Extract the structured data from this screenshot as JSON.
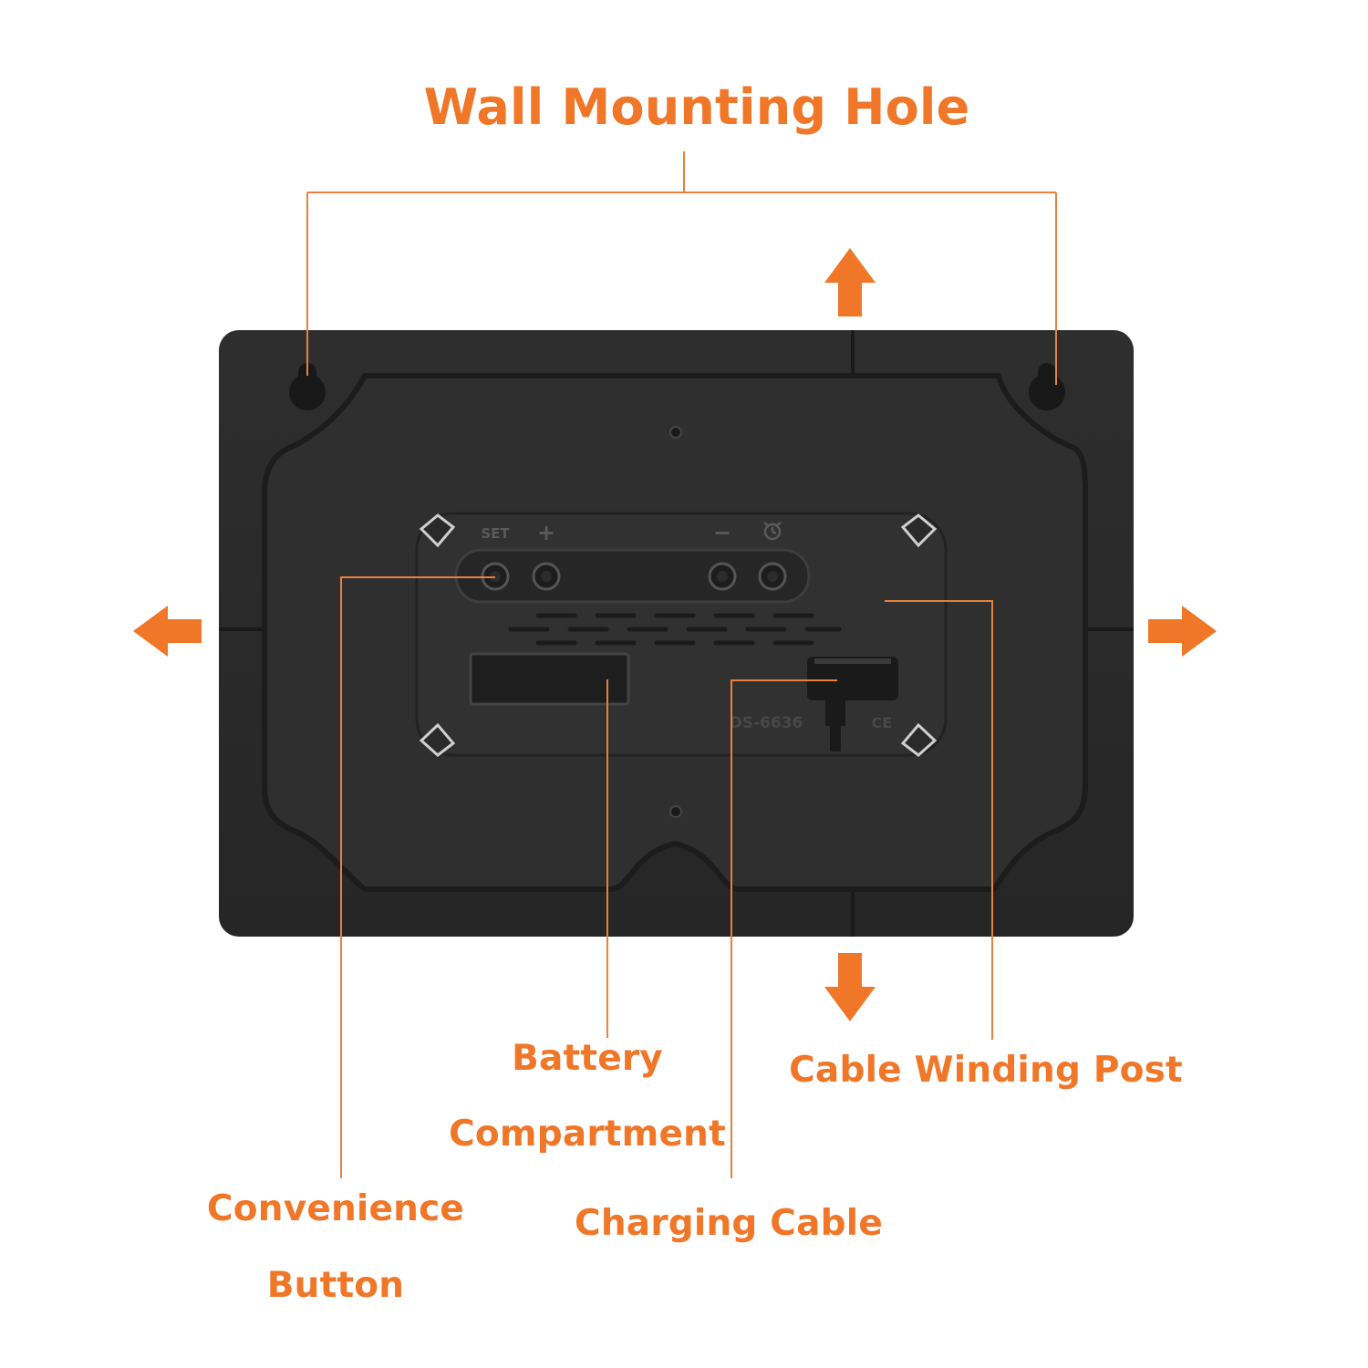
{
  "colors": {
    "accent": "#F07628",
    "device_body": "#2b2b2b",
    "device_recess": "#333333",
    "module": "#303030"
  },
  "callouts": {
    "wall_mounting_hole": "Wall Mounting Hole",
    "battery_line1": "Battery",
    "battery_line2": "Compartment",
    "cable_winding_post": "Cable Winding Post",
    "convenience_line1": "Convenience",
    "convenience_line2": "Button",
    "charging_cable": "Charging Cable"
  },
  "device_markings": {
    "set": "SET",
    "plus": "+",
    "minus": "−",
    "model": "DS-6636",
    "ce": "CE"
  },
  "icons": [
    "arrow-up-icon",
    "arrow-down-icon",
    "arrow-left-icon",
    "arrow-right-icon",
    "alarm-bell-icon"
  ]
}
